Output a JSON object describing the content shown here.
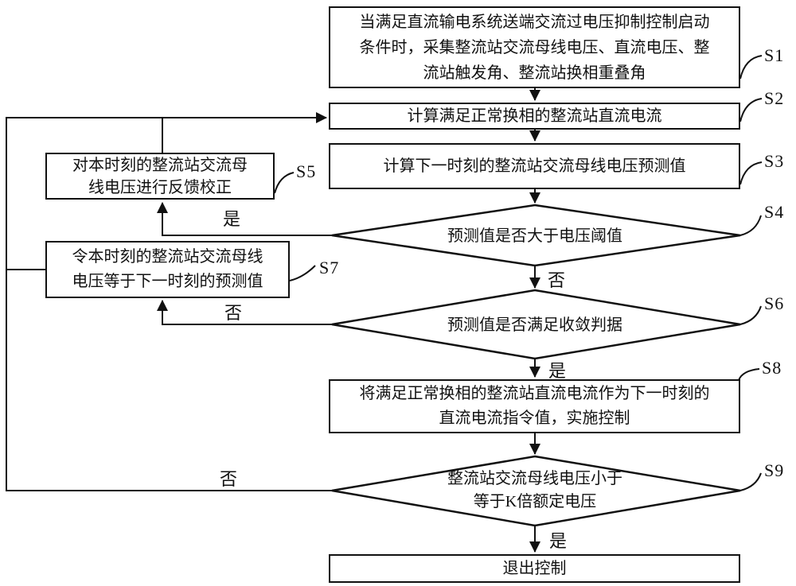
{
  "figure": {
    "background_color": "#ffffff",
    "line_color": "#111111",
    "nodes": {
      "s1": {
        "step": "S1",
        "type": "process",
        "lines": [
          "当满足直流输电系统送端交流过电压抑制控制启动",
          "条件时，采集整流站交流母线电压、直流电压、整",
          "流站触发角、整流站换相重叠角"
        ]
      },
      "s2": {
        "step": "S2",
        "type": "process",
        "lines": [
          "计算满足正常换相的整流站直流电流"
        ]
      },
      "s3": {
        "step": "S3",
        "type": "process",
        "lines": [
          "计算下一时刻的整流站交流母线电压预测值"
        ]
      },
      "s4": {
        "step": "S4",
        "type": "decision",
        "lines": [
          "预测值是否大于电压阈值"
        ]
      },
      "s5": {
        "step": "S5",
        "type": "process",
        "lines": [
          "对本时刻的整流站交流母",
          "线电压进行反馈校正"
        ]
      },
      "s6": {
        "step": "S6",
        "type": "decision",
        "lines": [
          "预测值是否满足收敛判据"
        ]
      },
      "s7": {
        "step": "S7",
        "type": "process",
        "lines": [
          "令本时刻的整流站交流母线",
          "电压等于下一时刻的预测值"
        ]
      },
      "s8": {
        "step": "S8",
        "type": "process",
        "lines": [
          "将满足正常换相的整流站直流电流作为下一时刻的",
          "直流电流指令值，实施控制"
        ]
      },
      "s9": {
        "step": "S9",
        "type": "decision",
        "lines": [
          "整流站交流母线电压小于",
          "等于K倍额定电压"
        ]
      },
      "exit": {
        "type": "process",
        "lines": [
          "退出控制"
        ]
      }
    },
    "edge_labels": {
      "s4_yes": "是",
      "s4_no": "否",
      "s6_yes": "是",
      "s6_no": "否",
      "s9_yes": "是",
      "s9_no": "否"
    }
  }
}
